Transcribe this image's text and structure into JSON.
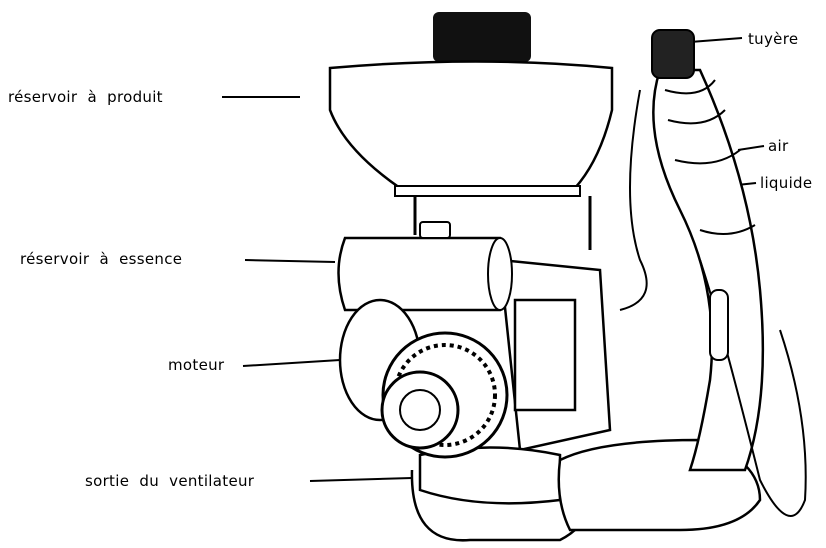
{
  "labels": {
    "product_tank": "réservoir  à  produit",
    "fuel_tank": "réservoir  à  essence",
    "engine": "moteur",
    "fan_outlet": "sortie  du  ventilateur",
    "nozzle": "tuyère",
    "air": "air",
    "liquid": "liquide"
  }
}
